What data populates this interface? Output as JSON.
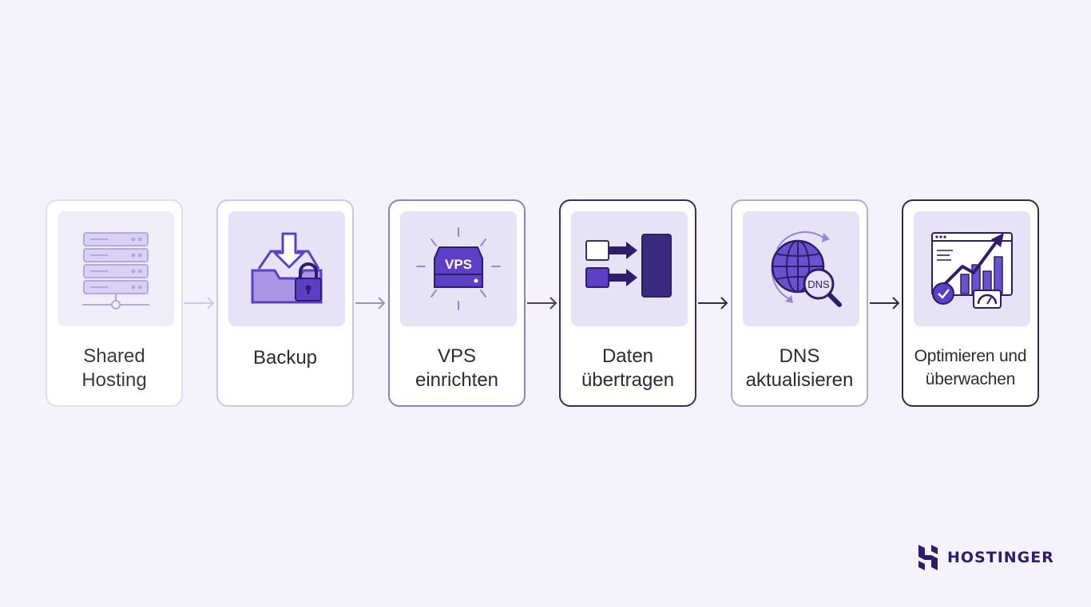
{
  "steps": [
    {
      "label": "Shared\nHosting",
      "icon": "server-rack-icon"
    },
    {
      "label": "Backup",
      "icon": "backup-download-lock-icon"
    },
    {
      "label": "VPS\neinrichten",
      "icon": "vps-server-icon",
      "badge": "VPS"
    },
    {
      "label": "Daten\nübertragen",
      "icon": "data-transfer-icon"
    },
    {
      "label": "DNS\naktualisieren",
      "icon": "dns-globe-icon",
      "badge": "DNS"
    },
    {
      "label": "Optimieren und\nüberwachen",
      "icon": "monitoring-dashboard-icon"
    }
  ],
  "brand": {
    "name": "HOSTINGER",
    "color": "#2f1c6a",
    "accent": "#673de6"
  }
}
